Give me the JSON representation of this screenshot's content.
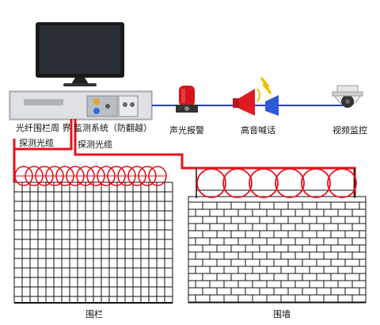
{
  "labels": {
    "system": "光纤围栏周 界 监测系统（防翻越）",
    "alarm_light": "声光报警",
    "loudspeaker": "高音喊话",
    "video": "视频监控",
    "fiber_left": "探测光缆",
    "fiber_right": "探测光缆",
    "fence": "围栏",
    "wall": "围墙"
  },
  "colors": {
    "fiber": "#e8121c",
    "link": "#2c3fbf",
    "grid": "#111111",
    "monitor": "#1a1a1a",
    "rack": "#c9ccd2"
  },
  "icons": [
    "monitor-icon",
    "rack-unit-icon",
    "alarm-light-icon",
    "loudspeaker-icon",
    "dome-camera-icon"
  ]
}
